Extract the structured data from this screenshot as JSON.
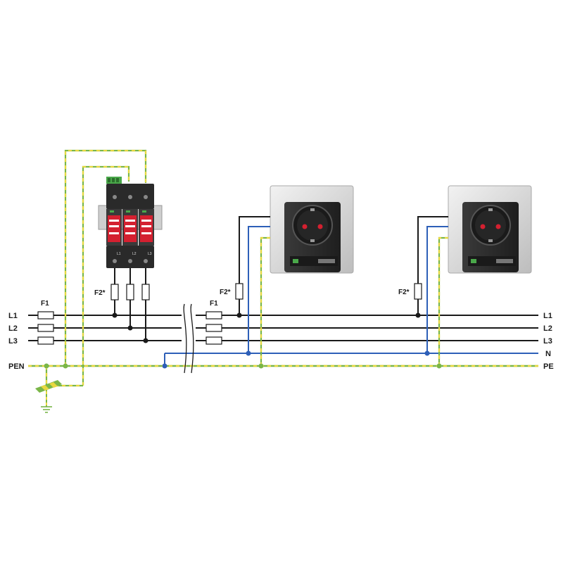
{
  "left_labels": {
    "l1": "L1",
    "l2": "L2",
    "l3": "L3",
    "pen": "PEN"
  },
  "right_labels": {
    "l1": "L1",
    "l2": "L2",
    "l3": "L3",
    "n": "N",
    "pe": "PE"
  },
  "fuse_labels": {
    "f1_left": "F1",
    "f1_mid": "F1",
    "f2_spd": "F2*",
    "f2_socket1": "F2*",
    "f2_socket2": "F2*"
  },
  "spd_module": {
    "terminal_labels": [
      "L1",
      "L2",
      "L3"
    ]
  },
  "colors": {
    "phase": "#1a1a1a",
    "neutral": "#2d5fb8",
    "pe_green": "#7ab648",
    "pe_yellow": "#e8d840",
    "spd_red": "#d42030",
    "socket_face": "#d8d8d8",
    "socket_body": "#2a2a2a"
  }
}
